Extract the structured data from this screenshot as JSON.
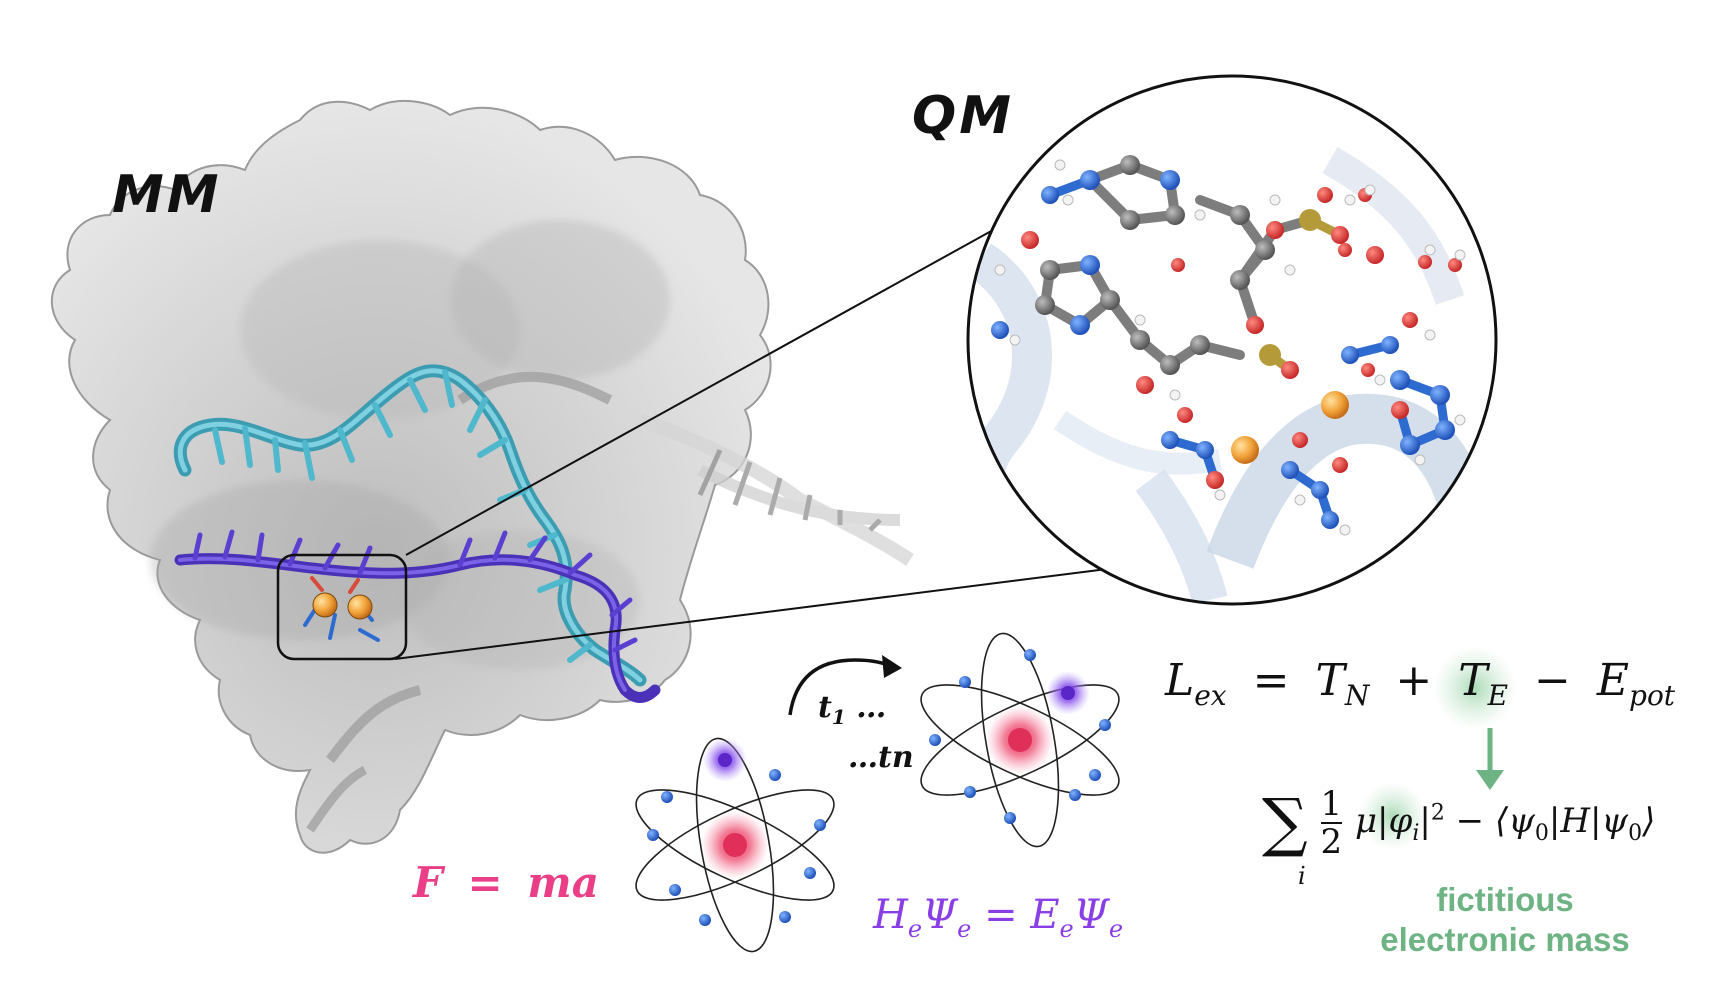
{
  "labels": {
    "mm": "MM",
    "qm": "QM"
  },
  "equations": {
    "lagrangian_lhs": "L",
    "lagrangian_lhs_sub": "ex",
    "equals": "=",
    "term_tn": "T",
    "term_tn_sub": "N",
    "plus": "+",
    "term_te": "T",
    "term_te_sub": "E",
    "minus": "−",
    "term_epot": "E",
    "term_epot_sub": "pot",
    "sum_symbol": "∑",
    "sum_index": "i",
    "half_num": "1",
    "half_den": "2",
    "kinetic_expr": "μ|φ",
    "kinetic_sub": "i",
    "kinetic_tail": "|",
    "kinetic_sup": "2",
    "braket_expr": " − ⟨ψ",
    "braket_sub1": "0",
    "braket_mid": "|H|ψ",
    "braket_sub2": "0",
    "braket_end": "⟩",
    "newton": "F = ma",
    "schrodinger_h": "H",
    "schrodinger_h_sub": "e",
    "schrodinger_psi1": "Ψ",
    "schrodinger_psi1_sub": "e",
    "schrodinger_eq": " = ",
    "schrodinger_e": "E",
    "schrodinger_e_sub": "e",
    "schrodinger_psi2": "Ψ",
    "schrodinger_psi2_sub": "e"
  },
  "time": {
    "t1": "t",
    "t1_sub": "1",
    "t1_dots": " …",
    "tn": "…tn"
  },
  "annotations": {
    "fictitious_line1": "fictitious",
    "fictitious_line2": "electronic mass"
  },
  "colors": {
    "rna_cyan": "#4fb8cc",
    "rna_purple": "#5a3fd1",
    "metal_orange": "#f2a33a",
    "newton_pink": "#ea3f86",
    "schrodinger_purple": "#8a3fe6",
    "fictitious_green": "#6db383",
    "protein_grey": "#cfcfcf"
  }
}
